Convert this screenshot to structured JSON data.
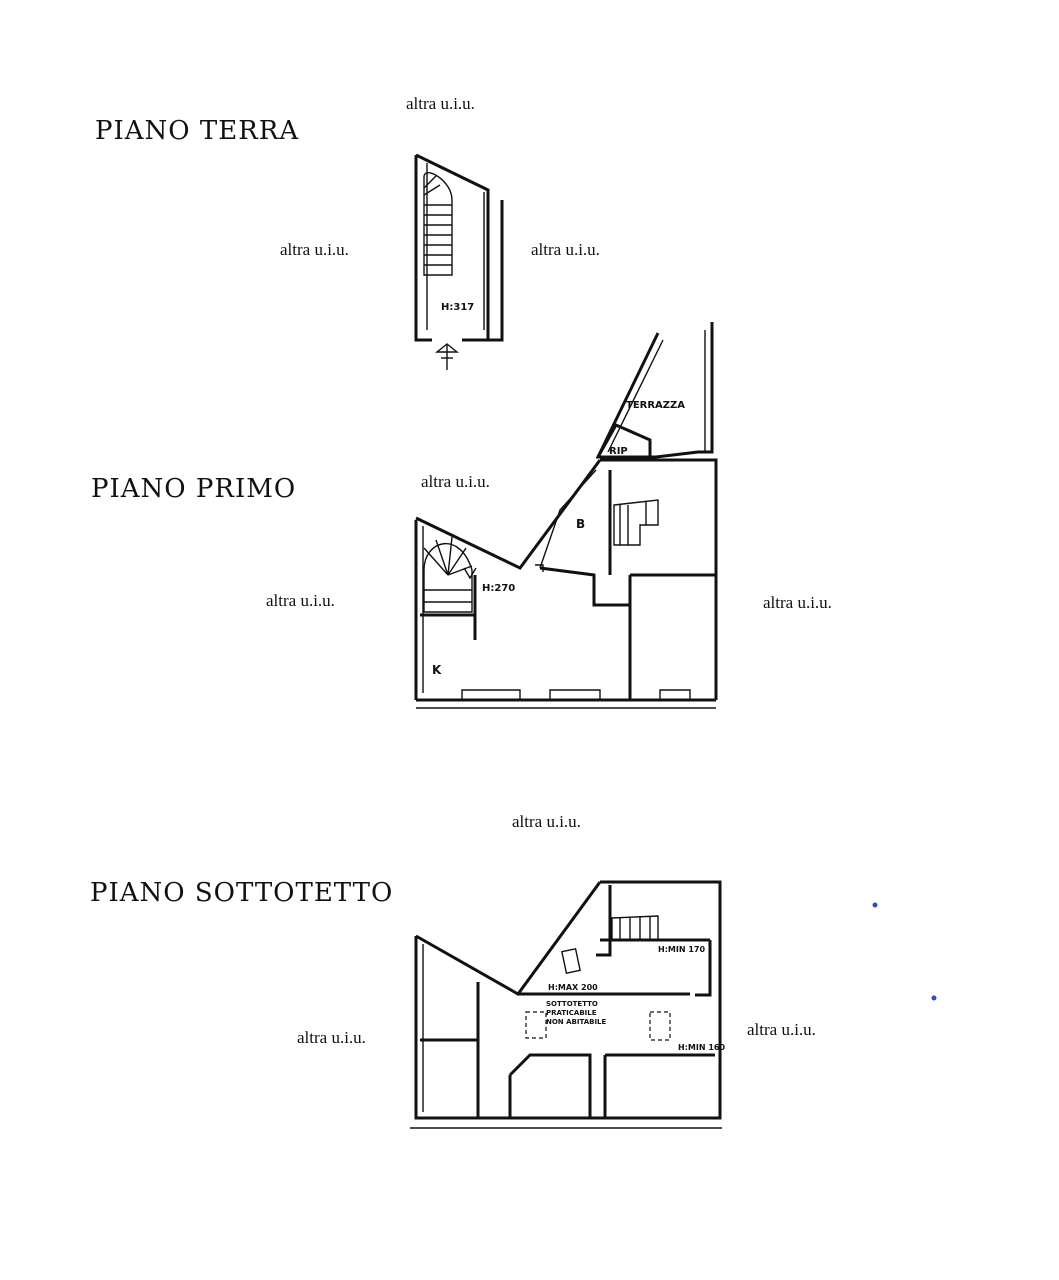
{
  "floors": {
    "ground": {
      "title": "PIANO TERRA",
      "height_label": "H:317"
    },
    "first": {
      "title": "PIANO PRIMO",
      "height_label": "H:270",
      "terrace_label": "TERRAZZA",
      "storage_label": "RIP",
      "bath_label": "B",
      "kitchen_label": "K"
    },
    "attic": {
      "title": "PIANO SOTTOTETTO",
      "hmin170": "H:MIN 170",
      "hmax200": "H:MAX 200",
      "hmin160": "H:MIN 160",
      "note_line1": "SOTTOTETTO",
      "note_line2": "PRATICABILE",
      "note_line3": "NON ABITABILE"
    }
  },
  "neighbors": {
    "label": "altra u.i.u."
  },
  "colors": {
    "line": "#111111",
    "marker": "#2a4fc4"
  }
}
